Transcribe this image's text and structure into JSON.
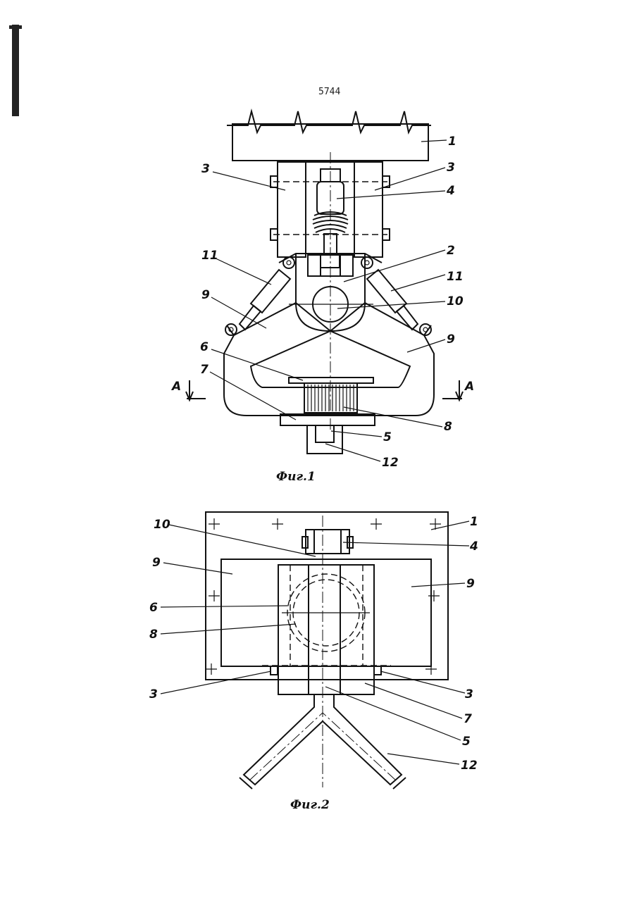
{
  "page_number": "5744",
  "figures": [
    {
      "caption": "Фиг.1",
      "labels": [
        "1",
        "3",
        "3",
        "4",
        "2",
        "11",
        "11",
        "9",
        "10",
        "9",
        "6",
        "7",
        "8",
        "5",
        "12"
      ],
      "section": {
        "left": "A",
        "right": "A"
      }
    },
    {
      "caption": "Фиг.2",
      "labels": [
        "10",
        "1",
        "4",
        "9",
        "9",
        "6",
        "8",
        "3",
        "3",
        "7",
        "5",
        "12"
      ]
    }
  ]
}
